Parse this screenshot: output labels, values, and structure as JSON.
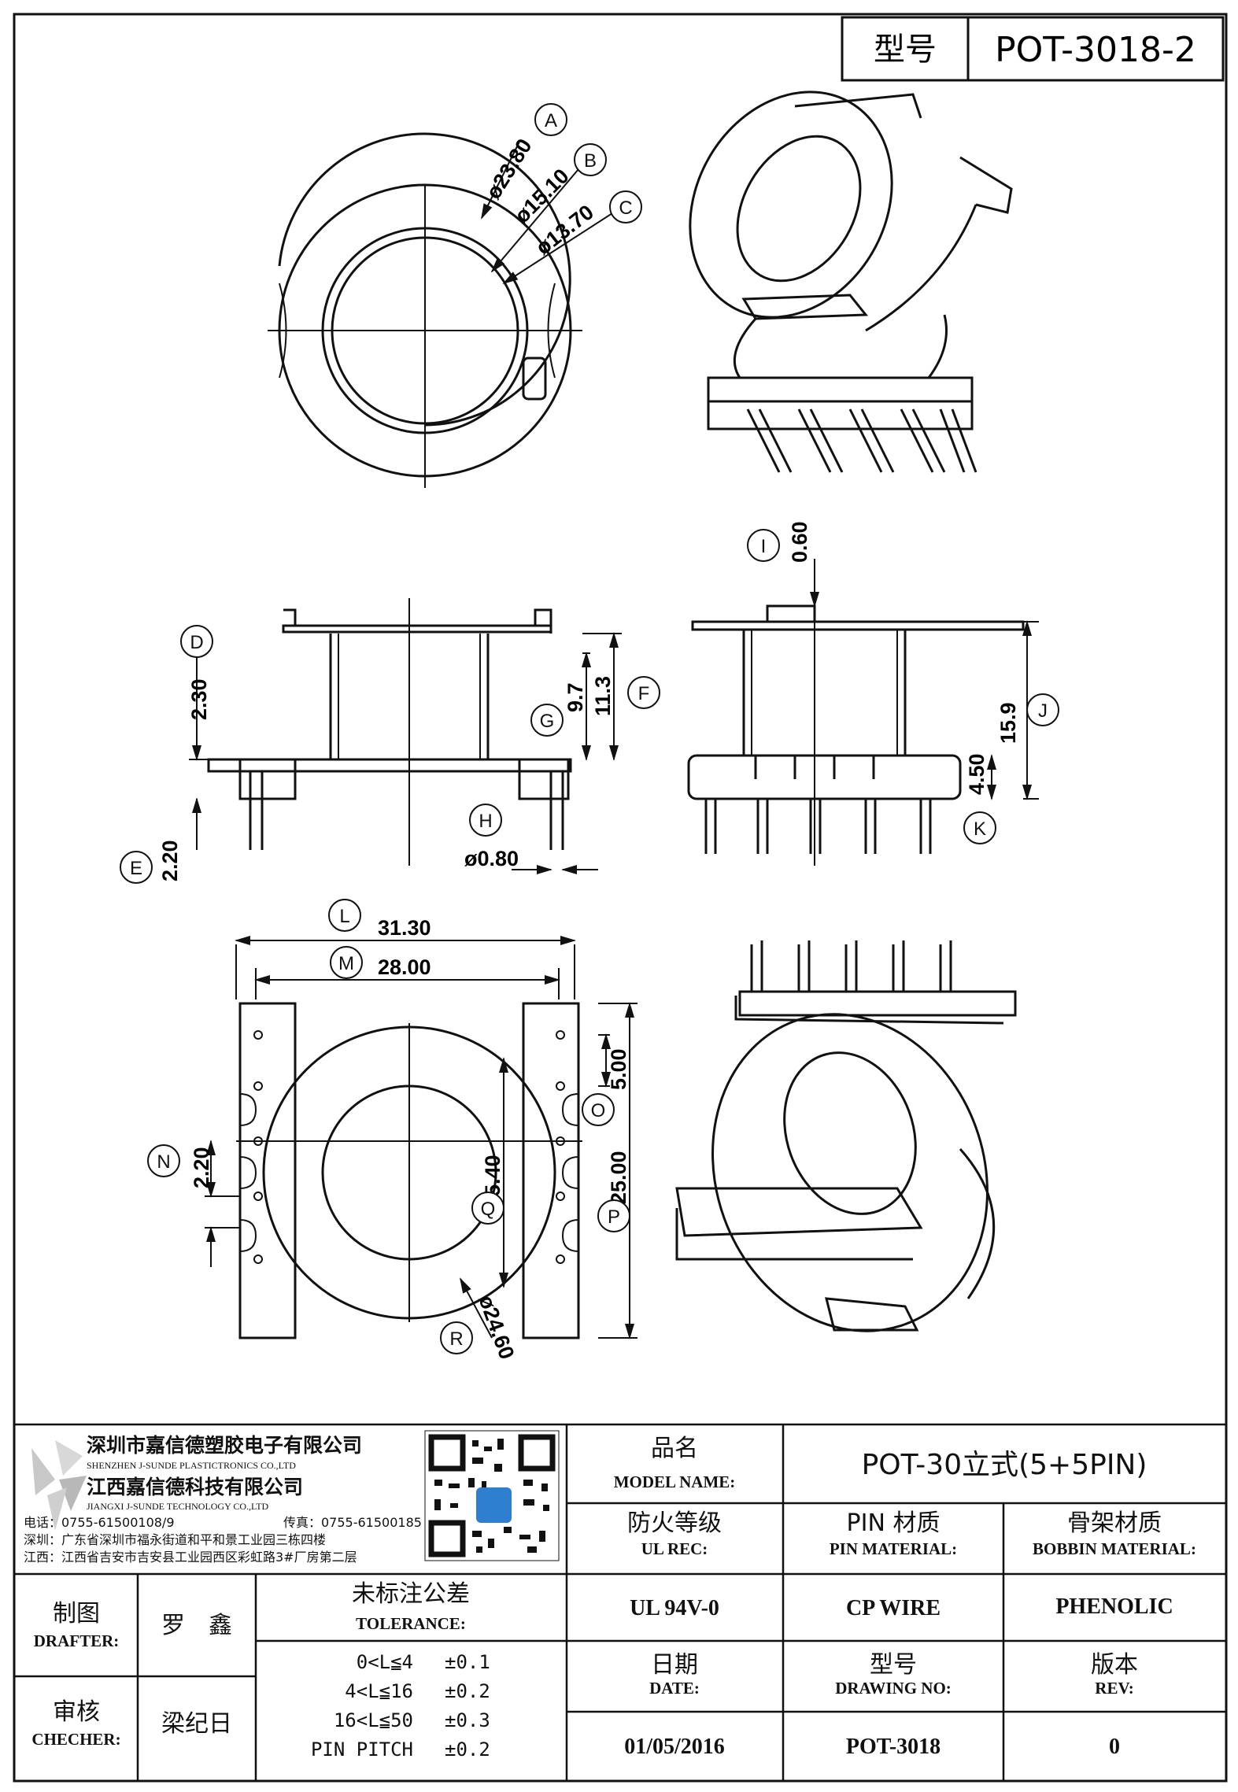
{
  "model_box": {
    "label": "型号",
    "value": "POT-3018-2"
  },
  "dims": {
    "A": "ø23.80",
    "B": "ø15.10",
    "C": "ø13.70",
    "D": "2.30",
    "E": "2.20",
    "F": "11.3",
    "G": "9.7",
    "H": "ø0.80",
    "I": "0.60",
    "J": "15.9",
    "K": "4.50",
    "L": "31.30",
    "M": "28.00",
    "N": "2.20",
    "O": "5.00",
    "P": "25.00",
    "Q": "15.40",
    "R": "ø24.60"
  },
  "balloons": [
    "A",
    "B",
    "C",
    "D",
    "E",
    "F",
    "G",
    "H",
    "I",
    "J",
    "K",
    "L",
    "M",
    "N",
    "O",
    "P",
    "Q",
    "R"
  ],
  "company": {
    "name_cn_1": "深圳市嘉信德塑胶电子有限公司",
    "name_en_1": "SHENZHEN J-SUNDE PLASTICTRONICS CO.,LTD",
    "name_cn_2": "江西嘉信德科技有限公司",
    "name_en_2": "JIANGXI J-SUNDE TECHNOLOGY CO.,LTD",
    "phone": "电话：0755-61500108/9",
    "fax": "传真：0755-61500185",
    "addr_sz": "深圳：广东省深圳市福永街道和平和景工业园三栋四楼",
    "addr_jx": "江西：江西省吉安市吉安县工业园西区彩虹路3#厂房第二层"
  },
  "title_block": {
    "model_name_cn": "品名",
    "model_name_en": "MODEL NAME:",
    "model_name_value": "POT-30立式(5+5PIN)",
    "ul_cn": "防火等级",
    "ul_en": "UL REC:",
    "pin_cn": "PIN 材质",
    "pin_en": "PIN MATERIAL:",
    "bobbin_cn": "骨架材质",
    "bobbin_en": "BOBBIN MATERIAL:",
    "ul_value": "UL 94V-0",
    "pin_value": "CP WIRE",
    "bobbin_value": "PHENOLIC",
    "drafter_cn": "制图",
    "drafter_en": "DRAFTER:",
    "drafter_name": "罗　鑫",
    "checker_cn": "审核",
    "checker_en": "CHECHER:",
    "checker_name": "梁纪日",
    "tol_cn": "未标注公差",
    "tol_en": "TOLERANCE:",
    "tolerances": [
      {
        "range": "0<L≦4",
        "value": "±0.1"
      },
      {
        "range": "4<L≦16",
        "value": "±0.2"
      },
      {
        "range": "16<L≦50",
        "value": "±0.3"
      },
      {
        "range": "PIN PITCH",
        "value": "±0.2"
      }
    ],
    "date_cn": "日期",
    "date_en": "DATE:",
    "date_value": "01/05/2016",
    "dwg_cn": "型号",
    "dwg_en": "DRAWING NO:",
    "dwg_value": "POT-3018",
    "rev_cn": "版本",
    "rev_en": "REV:",
    "rev_value": "0"
  }
}
